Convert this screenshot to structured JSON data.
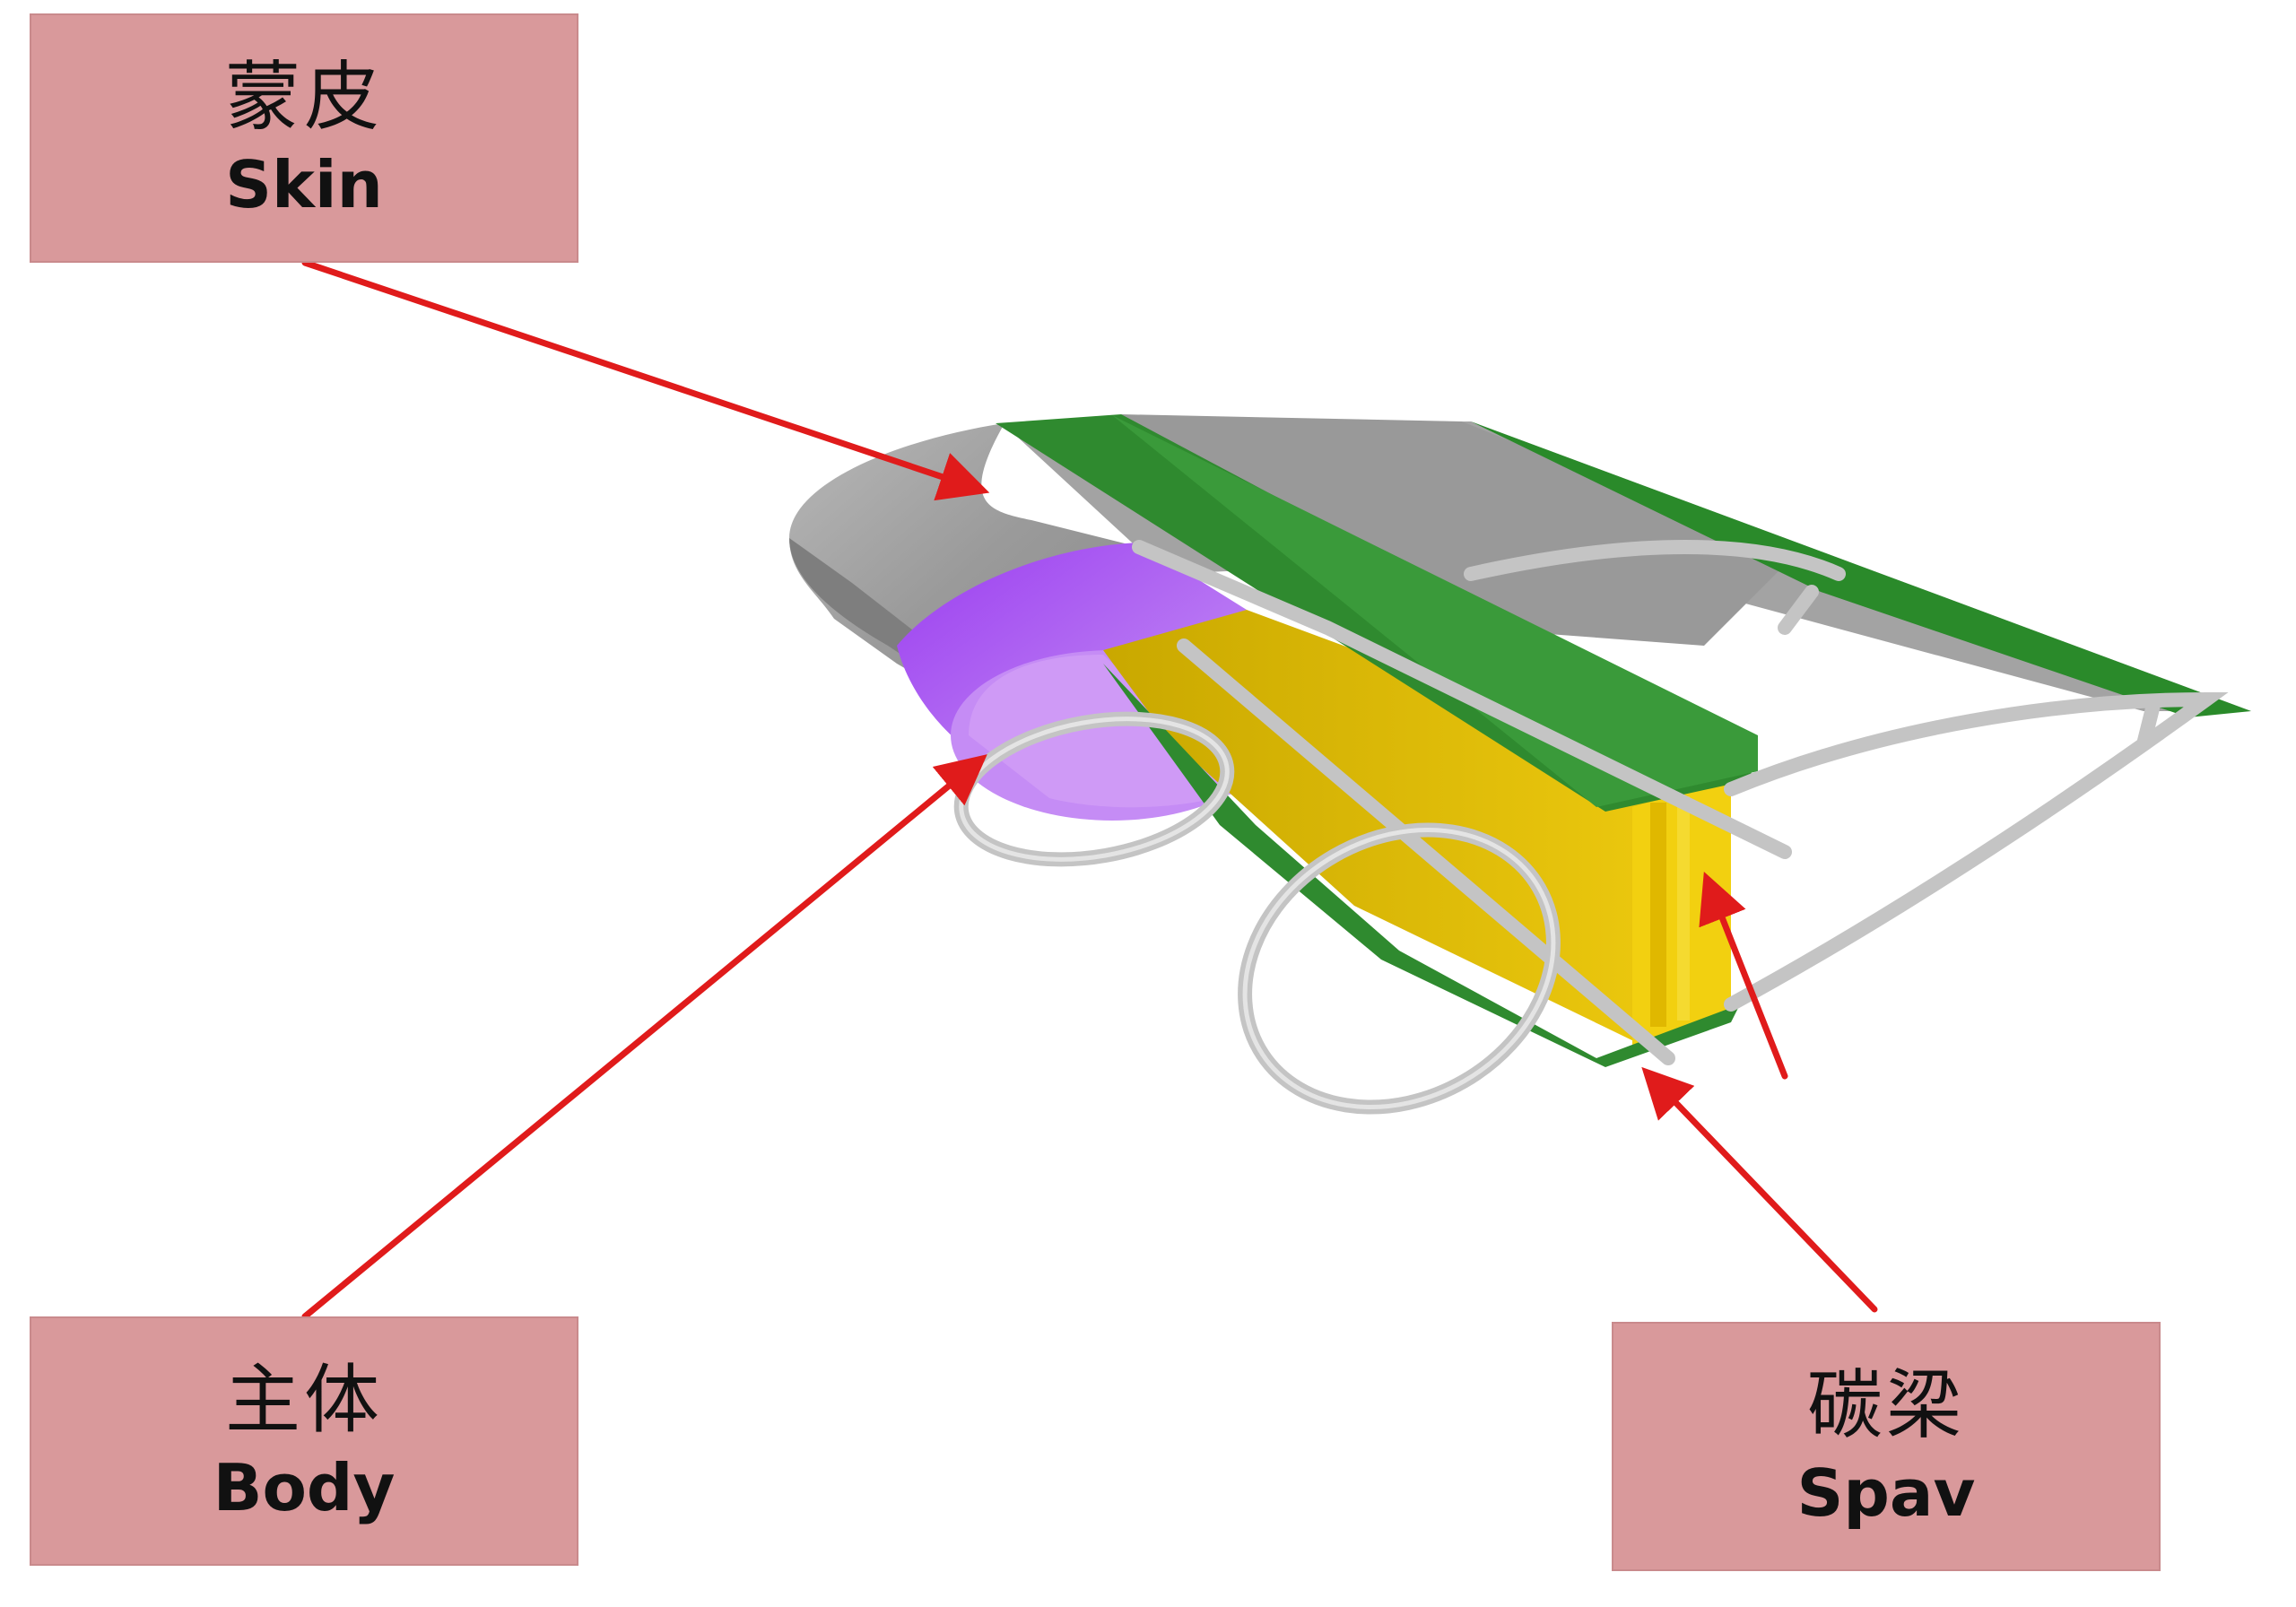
{
  "labels": {
    "skin": {
      "zh": "蒙皮",
      "en": "Skin"
    },
    "body": {
      "zh": "主体",
      "en": "Body"
    },
    "spar": {
      "zh": "碳梁",
      "en": "Spav"
    }
  },
  "colors": {
    "label_bg": "#d9999b",
    "arrow": "#e01b1b",
    "skin": "#9e9e9e",
    "cap": "#2f8a2f",
    "body": "#b26bf0",
    "spar": "#e3c000",
    "frame": "#c8c8c8"
  }
}
